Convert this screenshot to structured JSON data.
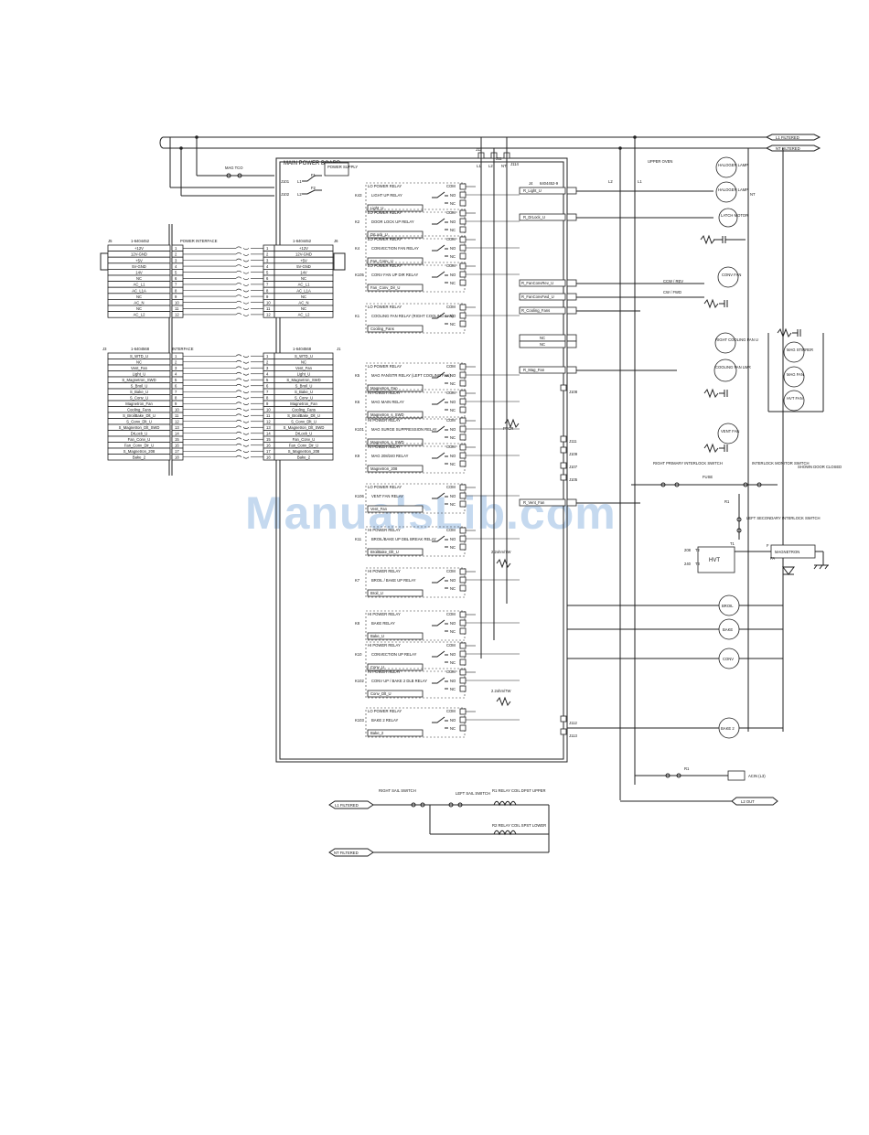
{
  "watermark": "ManualsLib.com",
  "lines": {
    "l1_filtered": "L1 FILTERED",
    "nt_filtered": "NT FILTERED",
    "upper_oven": "UPPER OVEN",
    "l2": "L2",
    "l1": "L1",
    "nt": "NT",
    "l2_out": "L2 OUT",
    "acin": "ACIN (L3)"
  },
  "main_board": {
    "title": "MAIN POWER BOARD",
    "power_supply": "POWER SUPPLY",
    "j101": "J101",
    "j102": "J102",
    "l1": "L1",
    "l2": "L2",
    "f1": "F1",
    "f2": "F2",
    "mag_tco": "MAG TCO"
  },
  "connector_j5": {
    "id": "J5",
    "part": "1-6404452",
    "header": "POWER INTERFACE",
    "pins": [
      "+12V",
      "12V-GND",
      "+5V",
      "5V-GND",
      "14V",
      "NC",
      "AC_L1",
      "AC_L1A",
      "NC",
      "AC_N",
      "NC",
      "AC_L2"
    ]
  },
  "connector_j6": {
    "id": "J6",
    "part": "1-6404452",
    "pins": [
      "+12V",
      "12V-GND",
      "+5V",
      "5V-GND",
      "14V",
      "NC",
      "AC_L1",
      "AC_L1A",
      "NC",
      "AC_N",
      "NC",
      "AC_L2"
    ]
  },
  "connector_j3": {
    "id": "J3",
    "part": "1-6404568",
    "header": "INTERFACE",
    "pins": [
      "S_WTD_U",
      "NC",
      "Vent_Fan",
      "Light_U",
      "S_Magnetron_SWD",
      "S_Broil_U",
      "S_Bake_U",
      "S_Conv_U",
      "Magnetron_Fan",
      "Cooling_Fans",
      "S_BroilBake_Dlt_U",
      "S_Conv_Dlt_U",
      "S_Magnetron_Dlt_SWD",
      "DrLock_U",
      "Fan_Conv_U",
      "Fan_Conv_Dir_U",
      "S_Magnetron_208",
      "Bake_2"
    ]
  },
  "connector_j1": {
    "id": "J1",
    "part": "1-6404568",
    "pins": [
      "S_WTD_U",
      "NC",
      "Vent_Fan",
      "Light_U",
      "S_Magnetron_SWD",
      "S_Broil_U",
      "S_Bake_U",
      "S_Conv_U",
      "Magnetron_Fan",
      "Cooling_Fans",
      "S_BroilBake_Dlt_U",
      "S_Conv_Dlt_U",
      "S_Magnetron_Dlt_SWD",
      "DrLock_U",
      "Fan_Conv_U",
      "Fan_Conv_Dir_U",
      "S_Magnetron_208",
      "Bake_2"
    ]
  },
  "relays": [
    {
      "id": "K43",
      "type": "LO POWER RELAY",
      "name": "LIGHT UP RELAY",
      "signal": "Light_U"
    },
    {
      "id": "K2",
      "type": "LO POWER RELAY",
      "name": "DOOR LOCK UP RELAY",
      "signal": "DrLock_U"
    },
    {
      "id": "K4",
      "type": "LO POWER RELAY",
      "name": "CONVECTION FAN RELAY",
      "signal": "Fan_Conv_U"
    },
    {
      "id": "K105",
      "type": "LO POWER RELAY",
      "name": "CONV FAN UP DIR RELAY",
      "signal": "Fan_Conv_Dir_U"
    },
    {
      "id": "K1",
      "type": "LO POWER RELAY",
      "name": "COOLING FAN RELAY (RIGHT COOLING FAN)",
      "signal": "Cooling_Fans"
    },
    {
      "id": "K5",
      "type": "LO POWER RELAY",
      "name": "MAG FAN/STR RELAY (LEFT COOLING FAN)",
      "signal": "Magnetron_Fan"
    },
    {
      "id": "K6",
      "type": "HI POWER RELAY",
      "name": "MAG MAIN RELAY",
      "signal": "Magnetron_s_SWD"
    },
    {
      "id": "K101",
      "type": "HI POWER RELAY",
      "name": "MAG SURGE SUPPRESSION RELAY",
      "signal": "Magnetron_s_SWD"
    },
    {
      "id": "K9",
      "type": "HI POWER RELAY",
      "name": "MAG 208/240 RELAY",
      "signal": "Magnetron_208"
    },
    {
      "id": "K106",
      "type": "LO POWER RELAY",
      "name": "VENT FAN RELAY",
      "signal": "Vent_Fan"
    },
    {
      "id": "K11",
      "type": "HI POWER RELAY",
      "name": "BROIL/BAKE UP DBL BREAK RELAY",
      "signal": "BroilBake_Dlt_U"
    },
    {
      "id": "K7",
      "type": "HI POWER RELAY",
      "name": "BROIL / BAKE UP RELAY",
      "signal": "Broil_U"
    },
    {
      "id": "K8",
      "type": "HI POWER RELAY",
      "name": "BAKE RELAY",
      "signal": "Bake_U"
    },
    {
      "id": "K10",
      "type": "HI POWER RELAY",
      "name": "CONVECTION UP RELAY",
      "signal": "Conv_U"
    },
    {
      "id": "K102",
      "type": "HI POWER RELAY",
      "name": "CONV UP / BAKE 2 DLB RELAY",
      "signal": "Conv_Dlt_U"
    },
    {
      "id": "K103",
      "type": "LO POWER RELAY",
      "name": "BAKE 2 RELAY",
      "signal": "Bake_2"
    }
  ],
  "relay_contacts": {
    "com": "COM",
    "no": "NO",
    "nc": "NC"
  },
  "j4_labels": [
    "J4",
    "6404452-9",
    "R_Light_U",
    "R_DrLock_U",
    "R_FanConvRev_U",
    "R_FanConvFwd_U",
    "R_Cooling_Fans",
    "NC",
    "NC",
    "R_Mag_Fan",
    "R_Vent_Fan"
  ],
  "jumpers": [
    "J108",
    "J111",
    "J109",
    "J107",
    "J105",
    "J112",
    "J113",
    "J13",
    "J11",
    "J114",
    "NT",
    "L2",
    "L1"
  ],
  "components": {
    "halogen1": "HALOGEN LAMP",
    "halogen2": "HALOGEN LAMP",
    "latch": "LATCH MOTOR",
    "conv_fan": "CONV FAN",
    "ccw": "CCW / REV",
    "cw": "CW / FWD",
    "right_cooling": "RIGHT COOLING FAN U",
    "cooling_lwr": "COOLING FAN LWR",
    "mag_stirrer": "MAG STIRRER",
    "mag_fan": "MAG FAN",
    "hvt_fan": "HVT FAN",
    "vent_fan": "VENT FAN",
    "ptcr": "PTCR",
    "resistor1": "2.2ohm/7W",
    "resistor2": "2.2ohm/7W",
    "right_primary": "RIGHT PRIMARY INTERLOCK SWITCH",
    "fuse": "FUSE",
    "interlock_monitor": "INTERLOCK MONITOR SWITCH",
    "shown_closed": "SHOWN DOOR CLOSED",
    "left_secondary": "LEFT SECONDARY INTERLOCK SWITCH",
    "r1": "R1",
    "hvt": "HVT",
    "magnetron": "MAGNETRON",
    "v208": "208",
    "v240": "240",
    "t1": "T1",
    "t2": "T2",
    "t3": "T3",
    "f": "F",
    "fa": "FA",
    "broil": "BROIL",
    "bake": "BAKE",
    "conv": "CONV",
    "bake2": "BAKE 2"
  },
  "bottom": {
    "l1_filtered": "L1 FILTERED",
    "nt_filtered": "NT FILTERED",
    "right_switch": "RIGHT SAIL SWITCH",
    "left_switch": "LEFT SAIL SWITCH",
    "r1_coil": "R1 RELAY COIL DPST UPPER",
    "r2_coil": "R2 RELAY COIL SPST LOWER"
  }
}
